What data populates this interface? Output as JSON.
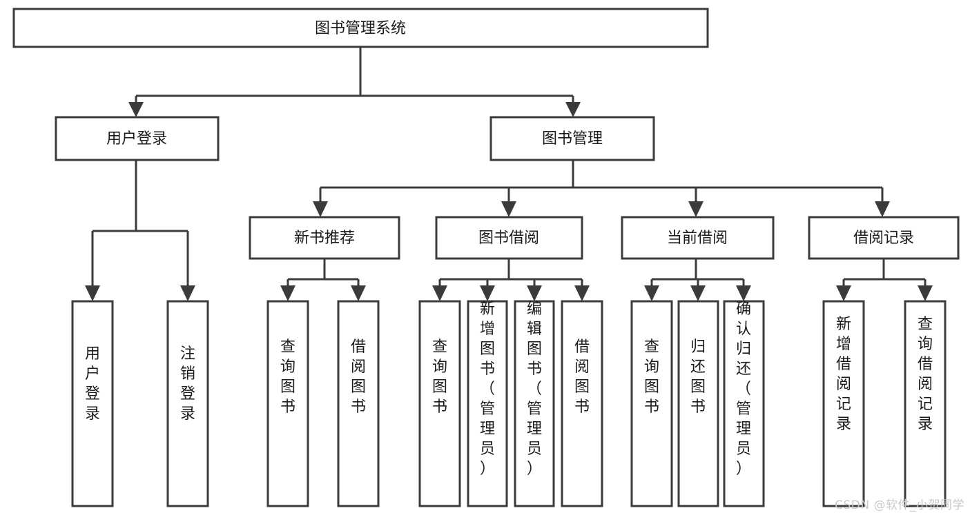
{
  "diagram": {
    "type": "tree",
    "title": "图书管理系统",
    "watermark": "CSDN @软件_小贺同学",
    "colors": {
      "box_stroke": "#3b3b3b",
      "box_fill": "#ffffff",
      "connector": "#3b3b3b",
      "text": "#1c1c1c",
      "background": "#ffffff",
      "watermark": "#c9c9c9"
    },
    "levels": {
      "root": {
        "label": "图书管理系统"
      },
      "level2": [
        {
          "label": "用户登录"
        },
        {
          "label": "图书管理"
        }
      ],
      "level3": [
        {
          "label": "新书推荐"
        },
        {
          "label": "图书借阅"
        },
        {
          "label": "当前借阅"
        },
        {
          "label": "借阅记录"
        }
      ]
    },
    "nodes": {
      "root": "图书管理系统",
      "user_login": "用户登录",
      "book_manage": "图书管理",
      "new_book_rec": "新书推荐",
      "book_borrow": "图书借阅",
      "current_borrow": "当前借阅",
      "borrow_record": "借阅记录"
    },
    "leaves": {
      "user_login": [
        "用户登录",
        "注销登录"
      ],
      "new_book_rec": [
        "查询图书",
        "借阅图书"
      ],
      "book_borrow": [
        "查询图书",
        "新增图书（管理员）",
        "编辑图书（管理员）",
        "借阅图书"
      ],
      "current_borrow": [
        "查询图书",
        "归还图书",
        "确认归还（管理员）"
      ],
      "borrow_record": [
        "新增借阅记录",
        "查询借阅记录"
      ]
    }
  }
}
